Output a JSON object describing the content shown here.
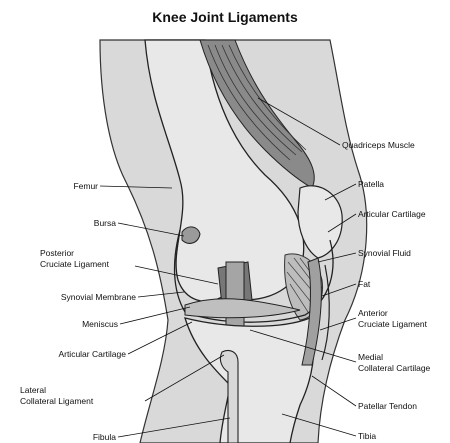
{
  "title": "Knee Joint Ligaments",
  "labels": {
    "quadriceps": "Quadriceps Muscle",
    "patella": "Patella",
    "articular_cartilage_right": "Articular Cartilage",
    "synovial_fluid": "Synovial Fluid",
    "fat": "Fat",
    "anterior_cruciate_1": "Anterior",
    "anterior_cruciate_2": "Cruciate Ligament",
    "medial_collateral_1": "Medial",
    "medial_collateral_2": "Collateral Cartilage",
    "patellar_tendon": "Patellar Tendon",
    "tibia": "Tibia",
    "femur": "Femur",
    "bursa": "Bursa",
    "posterior_cruciate_1": "Posterior",
    "posterior_cruciate_2": "Cruciate Ligament",
    "synovial_membrane": "Synovial Membrane",
    "meniscus": "Meniscus",
    "articular_cartilage_left": "Articular Cartilage",
    "lateral_collateral_1": "Lateral",
    "lateral_collateral_2": "Collateral Ligament",
    "fibula": "Fibula"
  }
}
